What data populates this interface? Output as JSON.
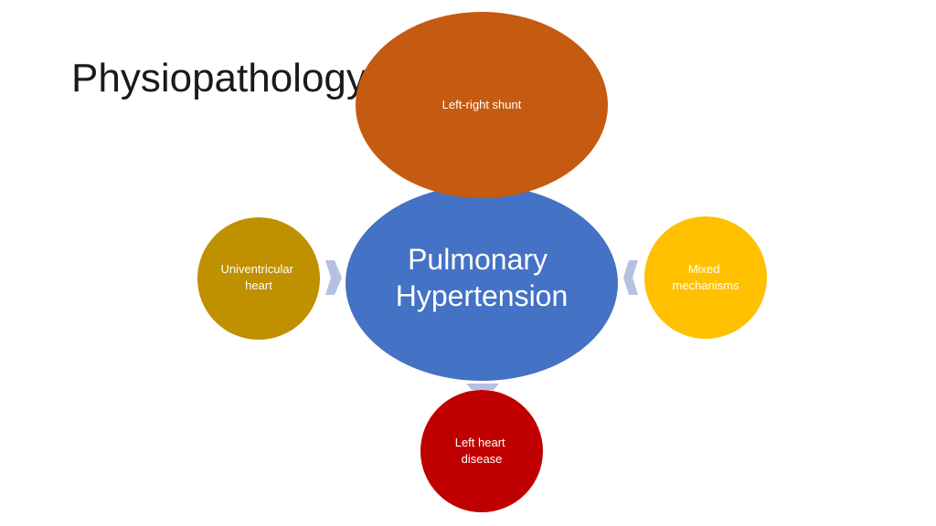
{
  "slide": {
    "title": "Physiopathology"
  },
  "diagram": {
    "center": {
      "lines": [
        "Pulmonary",
        "Hypertension"
      ],
      "color": "#4472C4"
    },
    "nodes": [
      {
        "id": "top",
        "lines": [
          "Left-right shunt"
        ],
        "color": "#C55A11"
      },
      {
        "id": "left",
        "lines": [
          "Univentricular",
          "heart"
        ],
        "color": "#BF9000"
      },
      {
        "id": "right",
        "lines": [
          "Mixed",
          "mechanisms"
        ],
        "color": "#FFC000"
      },
      {
        "id": "bottom",
        "lines": [
          "Left heart",
          "disease"
        ],
        "color": "#C00000"
      }
    ],
    "arrow_color": "#B4C1E3"
  }
}
